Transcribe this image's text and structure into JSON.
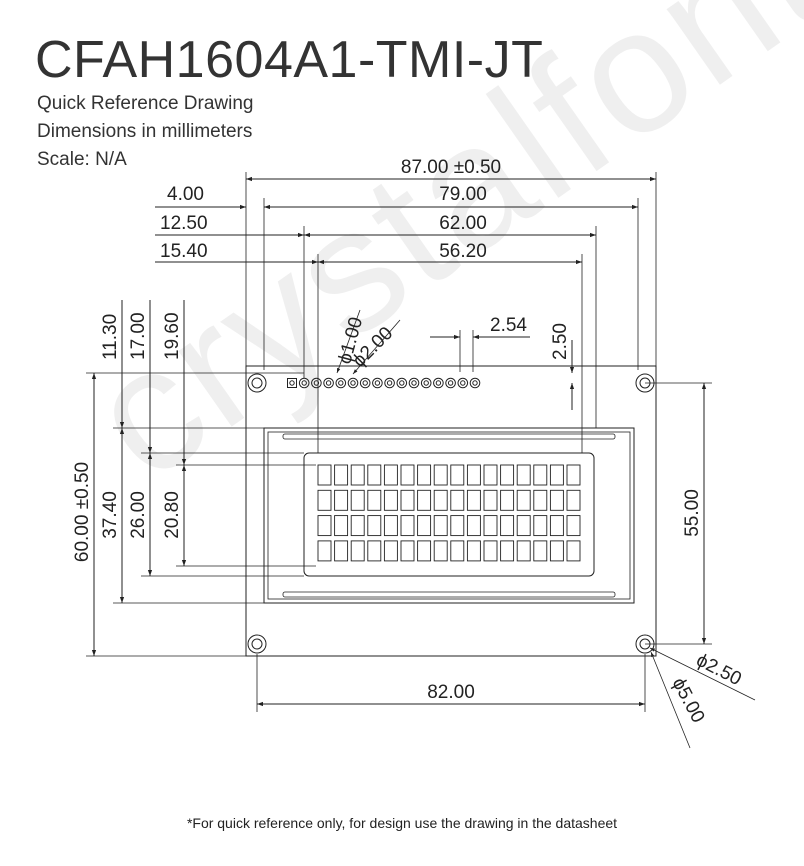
{
  "title": "CFAH1604A1-TMI-JT",
  "subtitle_lines": [
    "Quick Reference Drawing",
    "Dimensions in millimeters",
    "Scale: N/A"
  ],
  "footnote": "*For quick reference only, for design use the drawing in the datasheet",
  "watermark": "crystalfontz.com",
  "dims": {
    "width_overall": "87.00 ±0.50",
    "hole_to_hole": "79.00",
    "bezel_width": "62.00",
    "view_width": "56.20",
    "hole_offset": "4.00",
    "bezel_offset_x": "12.50",
    "view_offset_x": "15.40",
    "pin_hole": "1.00",
    "pin_pad": "2.00",
    "pin_pitch": "2.54",
    "pin_row_offset": "2.50",
    "offset_y_1": "11.30",
    "offset_y_2": "17.00",
    "offset_y_3": "19.60",
    "height_overall": "60.00 ±0.50",
    "bezel_height": "37.40",
    "view_height": "26.00",
    "char_area_height": "20.80",
    "hole_to_hole_y": "55.00",
    "hole_spacing_bottom": "82.00",
    "hole_diameter": "2.50",
    "pad_diameter": "5.00"
  },
  "diameter_symbol": "ϕ",
  "display": {
    "rows": 4,
    "cols": 16,
    "pins": 16
  }
}
